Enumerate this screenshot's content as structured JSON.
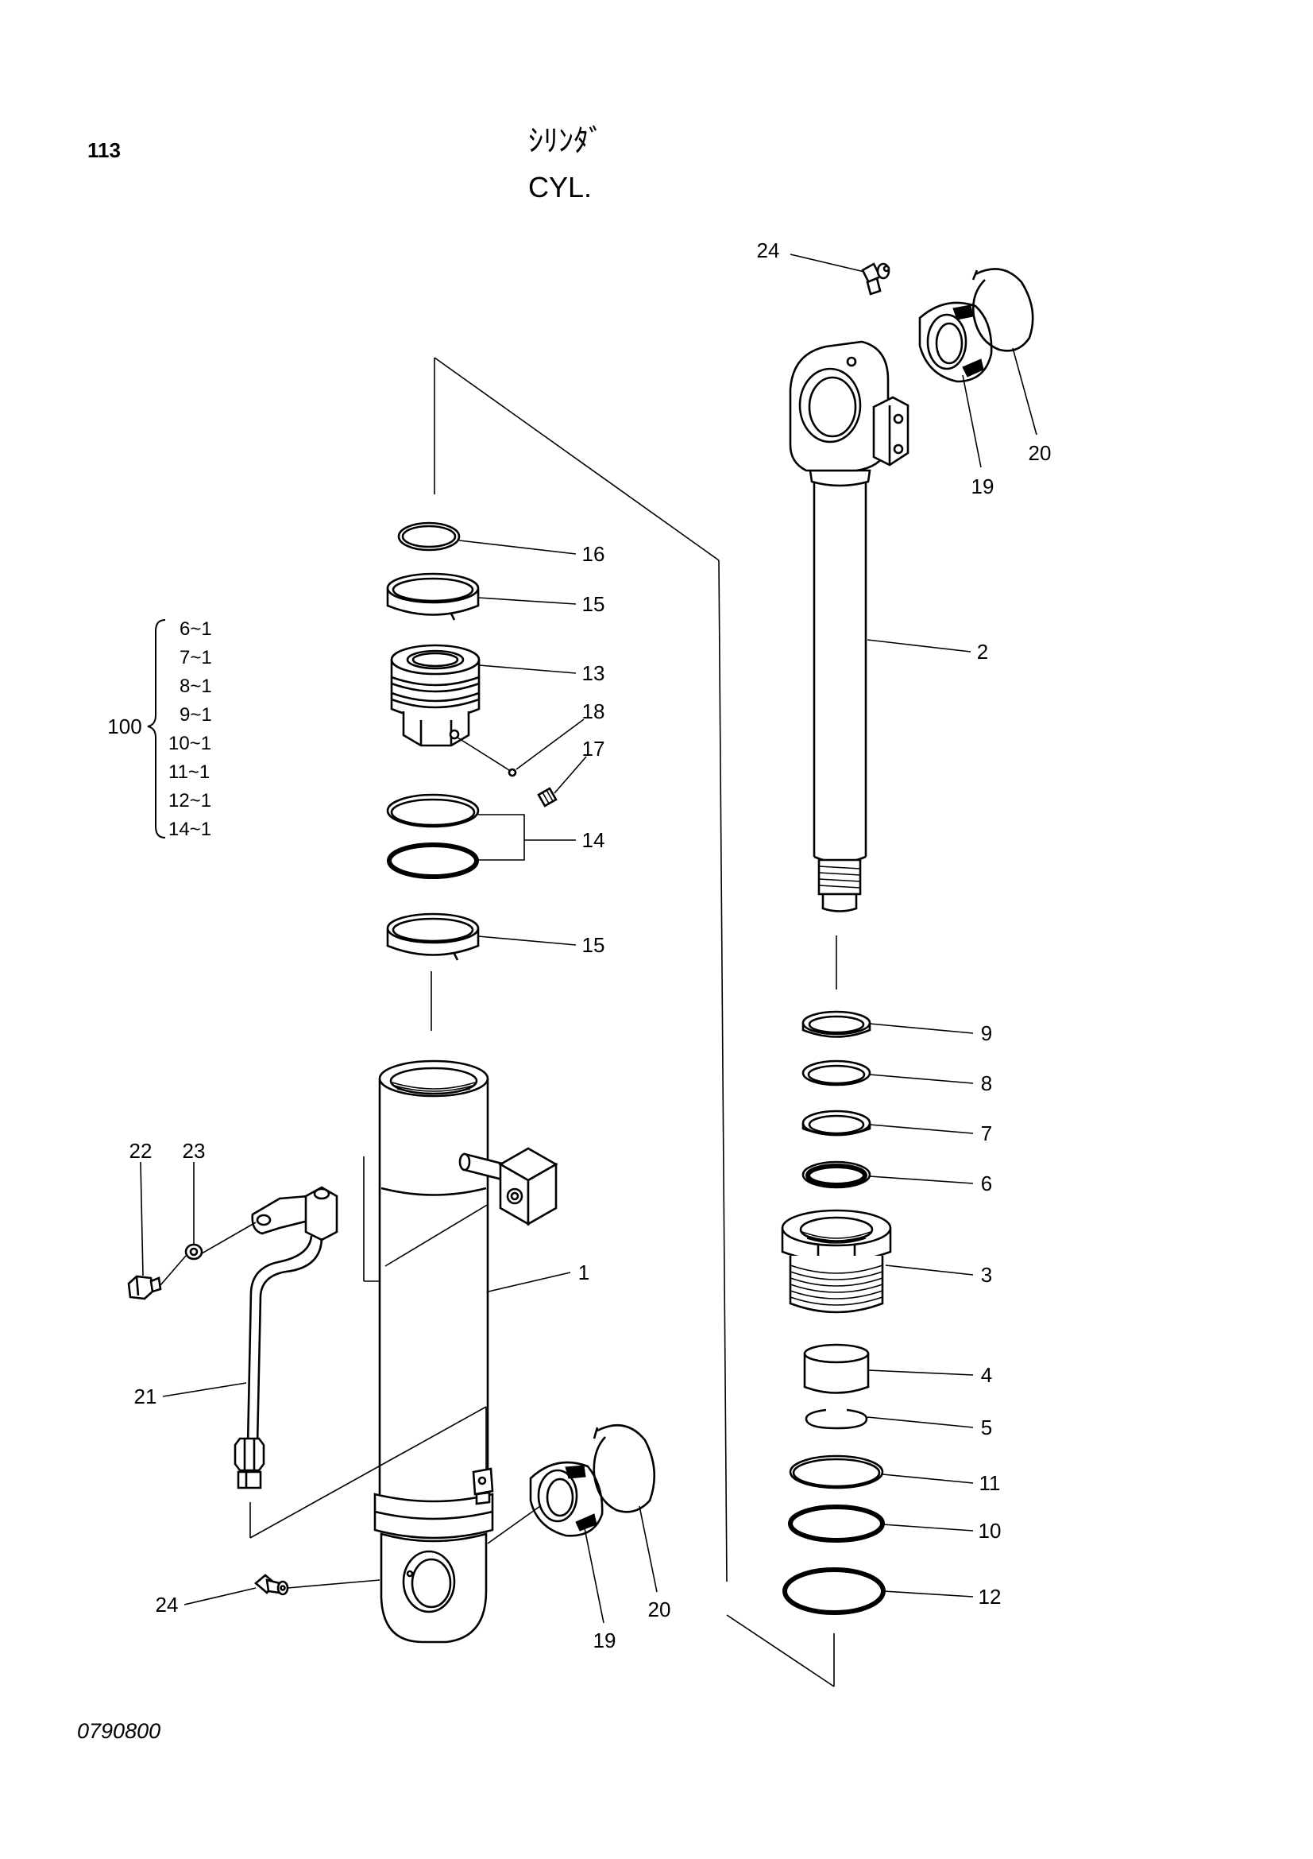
{
  "header": {
    "page_number": "113",
    "title_jp": "ｼﾘﾝﾀﾞ",
    "title_en": "CYL."
  },
  "footer": {
    "drawing_number": "0790800"
  },
  "kit": {
    "label": "100",
    "items": [
      "6~1",
      "7~1",
      "8~1",
      "9~1",
      "10~1",
      "11~1",
      "12~1",
      "14~1"
    ]
  },
  "callouts": [
    {
      "label": "24"
    },
    {
      "label": "20"
    },
    {
      "label": "19"
    },
    {
      "label": "16"
    },
    {
      "label": "15"
    },
    {
      "label": "2"
    },
    {
      "label": "13"
    },
    {
      "label": "18"
    },
    {
      "label": "17"
    },
    {
      "label": "14"
    },
    {
      "label": "15"
    },
    {
      "label": "9"
    },
    {
      "label": "8"
    },
    {
      "label": "7"
    },
    {
      "label": "6"
    },
    {
      "label": "22"
    },
    {
      "label": "23"
    },
    {
      "label": "1"
    },
    {
      "label": "3"
    },
    {
      "label": "4"
    },
    {
      "label": "21"
    },
    {
      "label": "5"
    },
    {
      "label": "11"
    },
    {
      "label": "10"
    },
    {
      "label": "12"
    },
    {
      "label": "24"
    },
    {
      "label": "20"
    },
    {
      "label": "19"
    }
  ]
}
